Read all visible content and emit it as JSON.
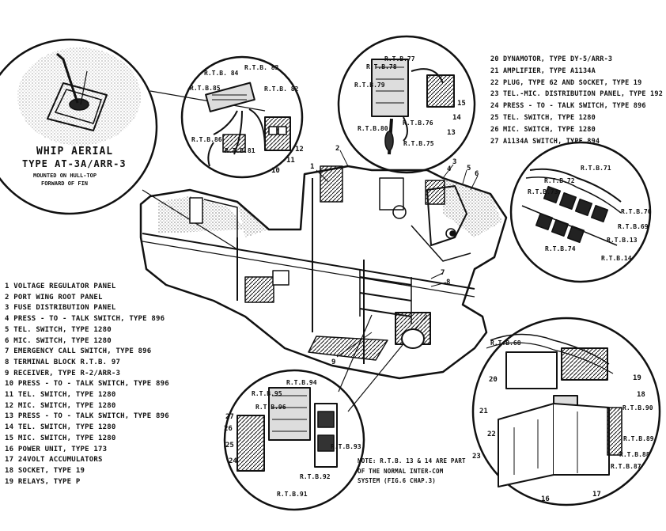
{
  "whip": {
    "title1": "WHIP AERIAL",
    "title2": "TYPE AT-3A/ARR-3",
    "note1": "MOUNTED ON HULL-TOP",
    "note2": "FORWARD OF FIN"
  },
  "legend_left": [
    "1 VOLTAGE REGULATOR PANEL",
    "2 PORT WING ROOT PANEL",
    "3 FUSE DISTRIBUTION PANEL",
    "4 PRESS - TO - TALK SWITCH, TYPE 896",
    "5 TEL. SWITCH, TYPE 1280",
    "6 MIC. SWITCH, TYPE 1280",
    "7 EMERGENCY CALL SWITCH, TYPE 896",
    "8 TERMINAL BLOCK R.T.B. 97",
    "9 RECEIVER, TYPE R-2/ARR-3",
    "10 PRESS - TO - TALK SWITCH, TYPE 896",
    "11 TEL. SWITCH, TYPE 1280",
    "12 MIC. SWITCH, TYPE 1280",
    "13 PRESS - TO - TALK SWITCH, TYPE 896",
    "14 TEL. SWITCH, TYPE 1280",
    "15 MIC. SWITCH, TYPE 1280",
    "16 POWER UNIT, TYPE 173",
    "17 24VOLT ACCUMULATORS",
    "18 SOCKET, TYPE 19",
    "19 RELAYS, TYPE P"
  ],
  "legend_right": [
    "20 DYNAMOTOR, TYPE DY-5/ARR-3",
    "21 AMPLIFIER, TYPE A1134A",
    "22 PLUG, TYPE 62 AND SOCKET, TYPE 19",
    "23 TEL.-MIC. DISTRIBUTION PANEL, TYPE 192",
    "24 PRESS - TO - TALK SWITCH, TYPE 896",
    "25 TEL. SWITCH, TYPE 1280",
    "26 MIC. SWITCH, TYPE 1280",
    "27 A1134A SWITCH, TYPE 894"
  ],
  "note": [
    "NOTE: R.T.B. 13 & 14 ARE PART",
    "OF THE NORMAL INTER-COM",
    "SYSTEM (FIG.6 CHAP.3)"
  ],
  "callouts_a": {
    "rtb84": "R.T.B. 84",
    "rtb83": "R.T.B. 83",
    "rtb85": "R.T.B.85",
    "rtb82": "R.T.B. 82",
    "rtb86": "R.T.B.86",
    "rtb81": "R.T.B.81",
    "n10": "10",
    "n11": "11",
    "n12": "12"
  },
  "callouts_b": {
    "rtb77": "R.T.B.77",
    "rtb78": "R.T.B.78",
    "rtb79": "R.T.B.79",
    "rtb80": "R.T.B.80",
    "rtb76": "R.T.B.76",
    "rtb75": "R.T.B.75",
    "n13": "13",
    "n14": "14",
    "n15": "15"
  },
  "callouts_c": {
    "rtb71": "R.T.B.71",
    "rtb72": "R.T.B.72",
    "rtb73": "R.T.B.73",
    "rtb70": "R.T.B.70",
    "rtb69": "R.T.B.69",
    "rtb13": "R.T.B.13",
    "rtb74": "R.T.B.74",
    "rtb14": "R.T.B.14"
  },
  "callouts_d": {
    "rtb68": "R.T.B.68",
    "n19": "19",
    "n20": "20",
    "n18": "18",
    "n21": "21",
    "rtb90": "R.T.B.90",
    "n22": "22",
    "rtb89": "R.T.B.89",
    "n23": "23",
    "rtb88": "R.T.B.88",
    "rtb87": "R.T.B.87",
    "n16": "16",
    "n17": "17"
  },
  "callouts_e": {
    "rtb94": "R.T.B.94",
    "rtb95": "R.T.B.95",
    "rtb96": "R.T.B.96",
    "n27": "27",
    "n26": "26",
    "n25": "25",
    "n24": "24",
    "rtb93": "R.T.B.93",
    "rtb92": "R.T.B.92",
    "rtb91": "R.T.B.91"
  },
  "hull_numbers": {
    "n1": "1",
    "n2": "2",
    "n3": "3",
    "n4": "4",
    "n5": "5",
    "n6": "6",
    "n7": "7",
    "n8": "8",
    "n9": "9"
  }
}
